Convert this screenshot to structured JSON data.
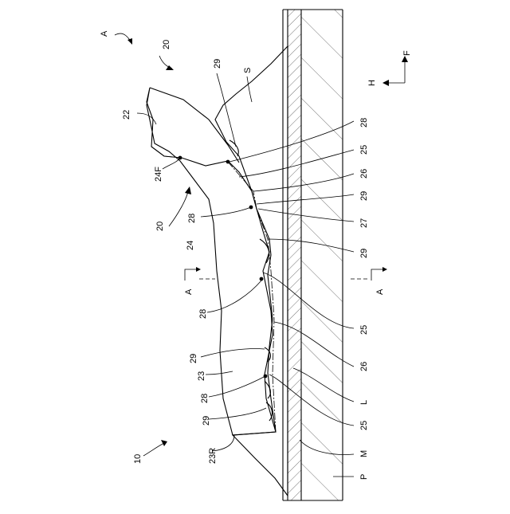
{
  "labels": {
    "sec_a_top": "A",
    "ref_20_top": "20",
    "ref_29_top": "29",
    "ref_S": "S",
    "ref_22": "22",
    "ref_28_a": "28",
    "ref_25_a": "25",
    "ref_26_a": "26",
    "ref_29_b": "29",
    "ref_27": "27",
    "ref_24F": "24F",
    "ref_20_mid": "20",
    "ref_28_b": "28",
    "ref_24": "24",
    "ref_29_c": "29",
    "sec_a_left": "A",
    "sec_a_right": "A",
    "ref_28_c": "28",
    "ref_25_b": "25",
    "ref_29_d": "29",
    "ref_26_b": "26",
    "ref_23": "23",
    "ref_28_d": "28",
    "ref_L": "L",
    "ref_29_e": "29",
    "ref_25_c": "25",
    "ref_10": "10",
    "ref_23R": "23R",
    "ref_M": "M",
    "ref_P": "P",
    "dir_F": "F",
    "dir_H": "H"
  }
}
